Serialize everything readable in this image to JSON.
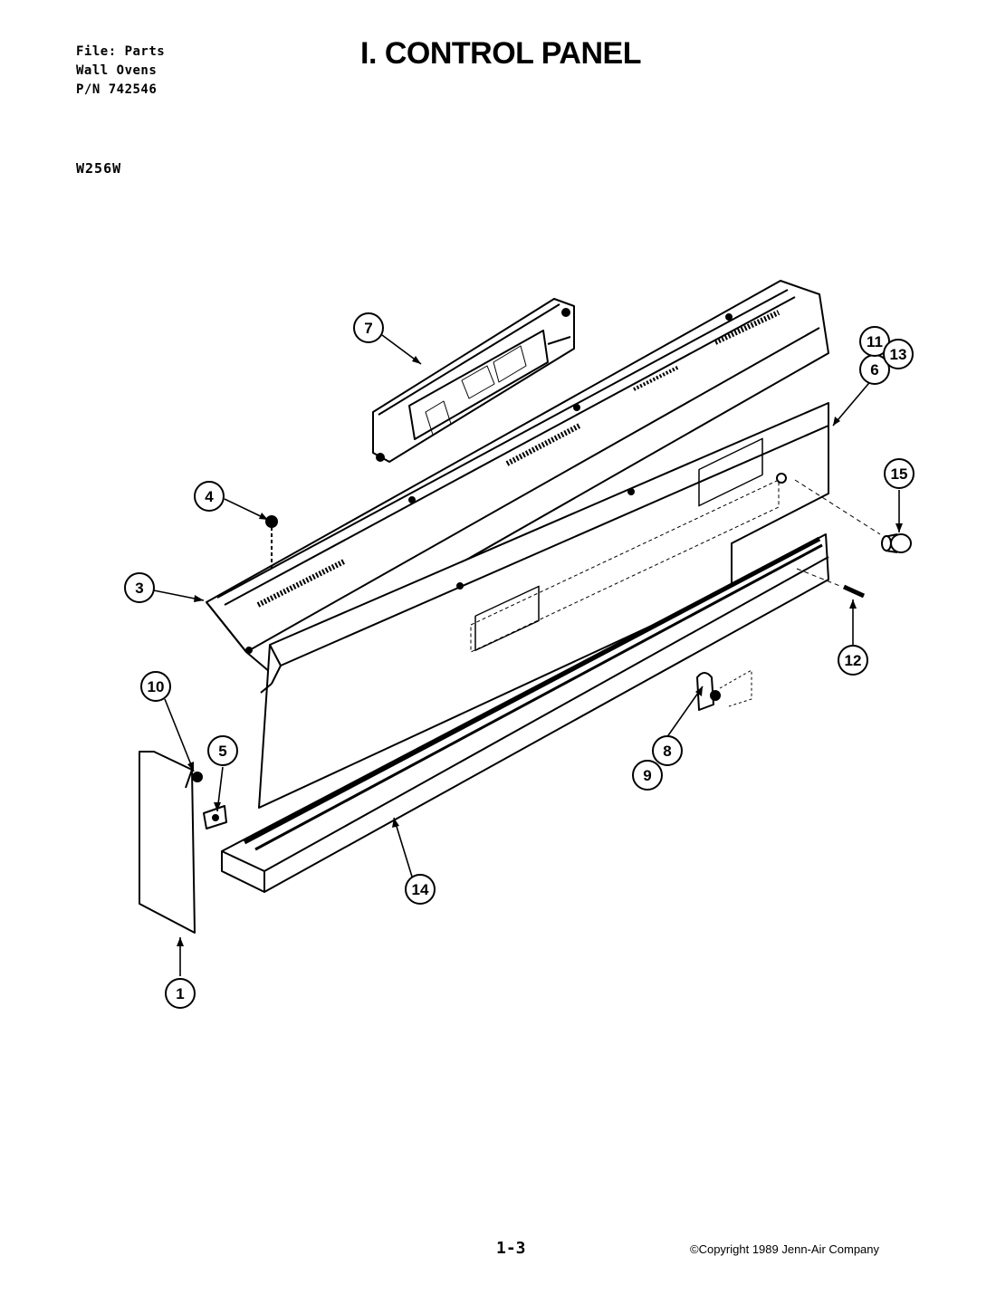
{
  "header": {
    "file_line": "File: Parts",
    "product_line": "Wall Ovens",
    "part_number_line": "P/N 742546",
    "title": "I. CONTROL PANEL",
    "model": "W256W"
  },
  "callouts": [
    "1",
    "3",
    "4",
    "5",
    "6",
    "7",
    "8",
    "9",
    "10",
    "11",
    "12",
    "13",
    "14",
    "15"
  ],
  "footer": {
    "page_number": "1-3",
    "copyright": "©Copyright 1989 Jenn-Air Company"
  }
}
